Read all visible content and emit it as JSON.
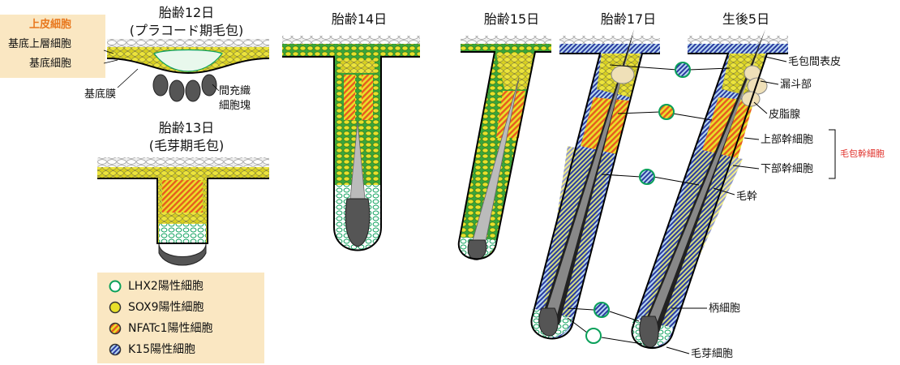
{
  "labels": {
    "epithelial_cells": "上皮細胞",
    "suprabasal_cells": "基底上層細胞",
    "basal_cells": "基底細胞",
    "basement_membrane": "基底膜",
    "mesenchymal_condensate": "間充織\n細胞塊",
    "interfollicular_epidermis": "毛包間表皮",
    "infundibulum": "漏斗部",
    "sebaceous_gland": "皮脂腺",
    "upper_stem_cells": "上部幹細胞",
    "lower_stem_cells": "下部幹細胞",
    "hair_follicle_stem_cells": "毛包幹細胞",
    "hair_shaft": "毛幹",
    "stalk_cells": "柄細胞",
    "hair_germ_cells": "毛芽細胞"
  },
  "stages": [
    {
      "title": "胎齢12日",
      "subtitle": "(プラコード期毛包)"
    },
    {
      "title": "胎齢13日",
      "subtitle": "(毛芽期毛包)"
    },
    {
      "title": "胎齢14日"
    },
    {
      "title": "胎齢15日"
    },
    {
      "title": "胎齢17日"
    },
    {
      "title": "生後5日"
    }
  ],
  "legend": [
    {
      "marker": "lhx2",
      "label": "LHX2陽性細胞"
    },
    {
      "marker": "sox9",
      "label": "SOX9陽性細胞"
    },
    {
      "marker": "nfatc1",
      "label": "NFATc1陽性細胞"
    },
    {
      "marker": "k15",
      "label": "K15陽性細胞"
    }
  ],
  "colors": {
    "lhx2": "#0aa05a",
    "sox9": "#e8e02a",
    "nfatc1": "#e85a20",
    "k15": "#2a3aa0",
    "epithelial_label": "#e8781e",
    "stem_label": "#e0302a",
    "highlight": "#fae7c2"
  }
}
